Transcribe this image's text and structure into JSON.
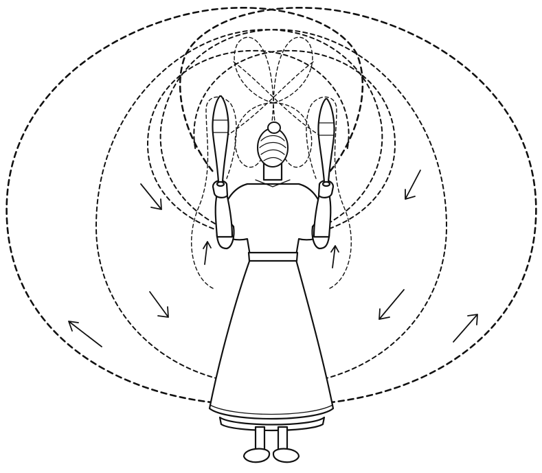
{
  "figure": {
    "subject": "woman-swinging-indian-clubs",
    "ink_color": "#111111",
    "paper_color": "#ffffff"
  },
  "paths": {
    "outer_circles": 2,
    "middle_circles": 2,
    "inner_loops": 2,
    "crown_petals": 4
  },
  "arrows": [
    "down-left-inner",
    "down-left-outer",
    "up-left",
    "down-right-inner",
    "down-right-outer",
    "up-right",
    "small-up-left",
    "small-up-right"
  ]
}
